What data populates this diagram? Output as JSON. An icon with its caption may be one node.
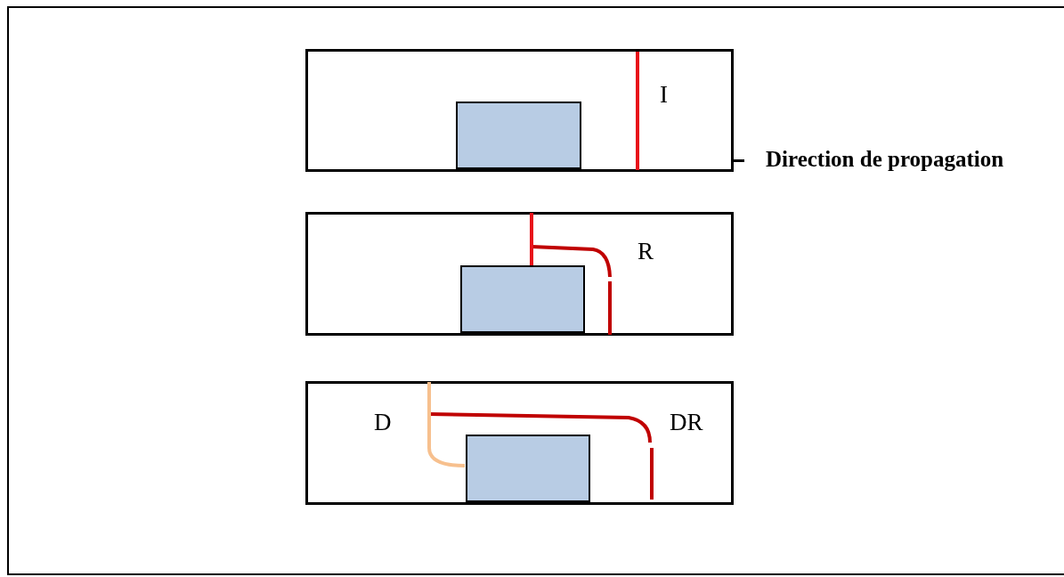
{
  "diagram": {
    "nodes": [
      {
        "text": [
          "I"
        ]
      },
      {
        "text": [],
        "shape": "box",
        "in": 0
      },
      {
        "text": [
          "R"
        ]
      },
      {
        "text": [],
        "shape": "box",
        "in": 2
      },
      {
        "text": [
          "D",
          "DR"
        ]
      },
      {
        "text": [],
        "shape": "box",
        "in": 4
      }
    ],
    "labels": [
      "Direction de propagation"
    ]
  }
}
